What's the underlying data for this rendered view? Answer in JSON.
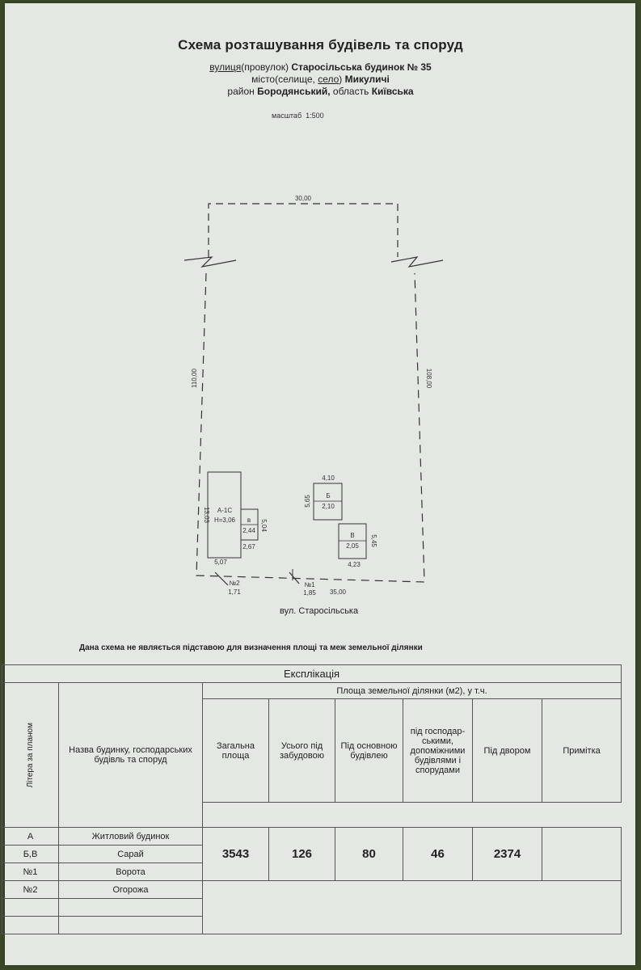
{
  "header": {
    "title": "Схема розташування будівель та споруд",
    "street_prefix": "вулиця",
    "street_type_rest": "(провулок)",
    "street_value": "Старосільська будинок № 35",
    "city_prefix": "місто(селище,",
    "city_selo": "село",
    "city_close": ")",
    "city_value": "Микуличі",
    "district_prefix": "район",
    "district_value": "Бородянський,",
    "oblast_prefix": "область",
    "oblast_value": "Київська",
    "scale_label": "масштаб",
    "scale_value": "1:500"
  },
  "plan": {
    "top_width": "30,00",
    "left_side": "110,00",
    "right_side": "108,00",
    "bottom_width": "35,00",
    "building_a": {
      "label": "А-1С",
      "height": "Н=3,06",
      "depth": "13,03",
      "width": "5,07"
    },
    "building_v_small": {
      "label": "в",
      "value": "2,44",
      "depth": "5,04",
      "width": "2,67"
    },
    "building_b": {
      "label": "Б",
      "value": "2,10",
      "top": "4,10",
      "depth": "5,65"
    },
    "building_v": {
      "label": "В",
      "value": "2,05",
      "depth": "5,45",
      "width": "4,23"
    },
    "gate2": {
      "label": "№2",
      "value": "1,71"
    },
    "gate1": {
      "label": "№1",
      "value": "1,85"
    },
    "street_label": "вул. Старосільська"
  },
  "note": "Дана схема не являється підставою для визначення площі та меж земельної ділянки",
  "explication": {
    "title": "Експлікація",
    "col_letter": "Літера за планом",
    "col_name": "Назва будинку, господарських будівль та споруд",
    "area_header": "Площа земельної ділянки (м2), у т.ч.",
    "col_total": "Загальна площа",
    "col_built": "Усього під забудовою",
    "col_main": "Під основною будівлею",
    "col_aux": "під господар-ськими, допоміжними будівлями і спорудами",
    "col_yard": "Під двором",
    "col_note": "Примітка",
    "rows": [
      {
        "letter": "А",
        "name": "Житловий будинок"
      },
      {
        "letter": "Б,В",
        "name": "Сарай"
      },
      {
        "letter": "№1",
        "name": "Ворота"
      },
      {
        "letter": "№2",
        "name": "Огорожа"
      }
    ],
    "values": {
      "total": "3543",
      "built": "126",
      "main": "80",
      "aux": "46",
      "yard": "2374"
    }
  }
}
